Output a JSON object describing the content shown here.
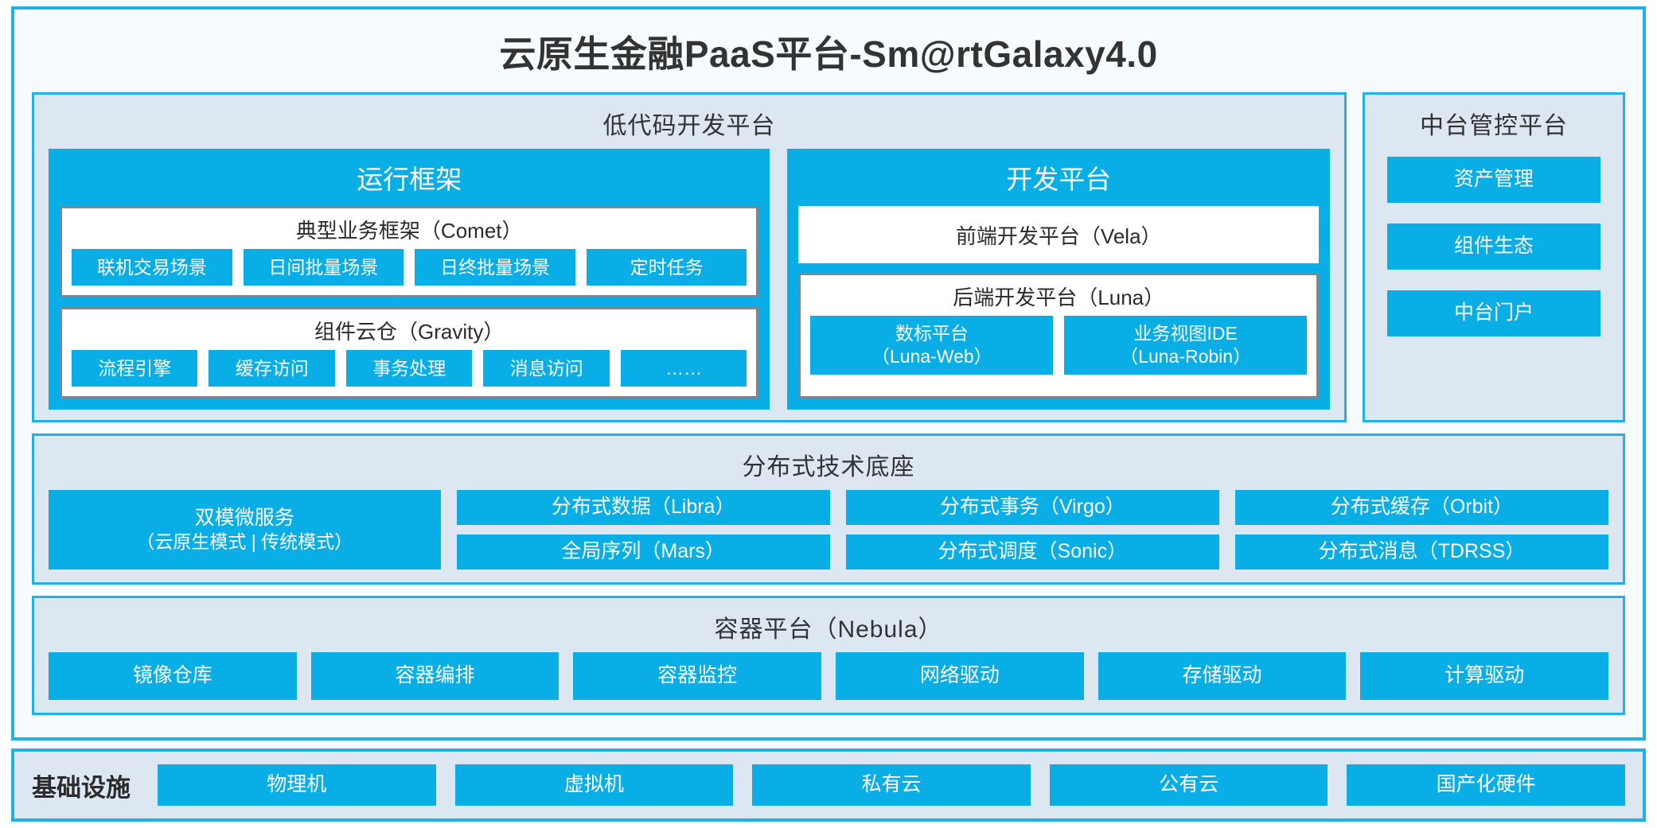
{
  "title": "云原生金融PaaS平台-Sm@rtGalaxy4.0",
  "colors": {
    "accent_blue": "#0aaee6",
    "border_blue": "#20b0ea",
    "panel_fill": "#dde7f2",
    "page_fill": "#f6fbfd",
    "gray_border": "#7d8794",
    "title_text": "#333333"
  },
  "lowcode": {
    "title": "低代码开发平台",
    "runtime": {
      "title": "运行框架",
      "groups": [
        {
          "title": "典型业务框架（Comet）",
          "items": [
            "联机交易场景",
            "日间批量场景",
            "日终批量场景",
            "定时任务"
          ]
        },
        {
          "title": "组件云仓（Gravity）",
          "items": [
            "流程引擎",
            "缓存访问",
            "事务处理",
            "消息访问",
            "……"
          ]
        }
      ]
    },
    "devplatform": {
      "title": "开发平台",
      "frontend": "前端开发平台（Vela）",
      "backend": {
        "title": "后端开发平台（Luna）",
        "items": [
          {
            "name": "数标平台",
            "code": "（Luna-Web）"
          },
          {
            "name": "业务视图IDE",
            "code": "（Luna-Robin）"
          }
        ]
      }
    }
  },
  "control_platform": {
    "title": "中台管控平台",
    "items": [
      "资产管理",
      "组件生态",
      "中台门户"
    ]
  },
  "distributed": {
    "title": "分布式技术底座",
    "wide_item": {
      "name": "双模微服务",
      "sub": "（云原生模式 | 传统模式）"
    },
    "columns": [
      [
        "分布式数据（Libra）",
        "全局序列（Mars）"
      ],
      [
        "分布式事务（Virgo）",
        "分布式调度（Sonic）"
      ],
      [
        "分布式缓存（Orbit）",
        "分布式消息（TDRSS）"
      ]
    ]
  },
  "container": {
    "title": "容器平台（Nebula）",
    "items": [
      "镜像仓库",
      "容器编排",
      "容器监控",
      "网络驱动",
      "存储驱动",
      "计算驱动"
    ]
  },
  "infrastructure": {
    "label": "基础设施",
    "items": [
      "物理机",
      "虚拟机",
      "私有云",
      "公有云",
      "国产化硬件"
    ]
  }
}
